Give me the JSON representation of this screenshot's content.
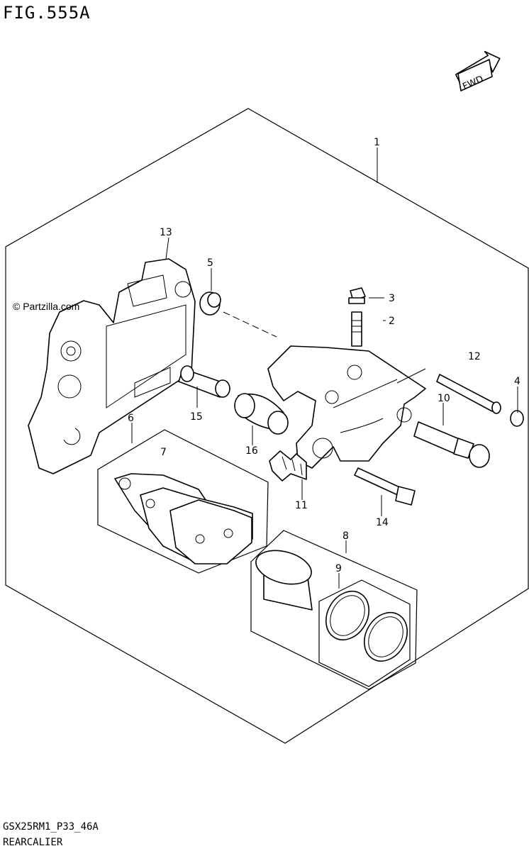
{
  "figure": {
    "title": "FIG.555A",
    "code": "GSX25RM1_P33_46A",
    "caption": "REARCALIER",
    "watermark": "© Partzilla.com",
    "fwd_label": "FWD"
  },
  "callouts": [
    {
      "id": "1",
      "label": "1"
    },
    {
      "id": "2",
      "label": "2"
    },
    {
      "id": "3",
      "label": "3"
    },
    {
      "id": "4",
      "label": "4"
    },
    {
      "id": "5",
      "label": "5"
    },
    {
      "id": "6",
      "label": "6"
    },
    {
      "id": "7",
      "label": "7"
    },
    {
      "id": "8",
      "label": "8"
    },
    {
      "id": "9",
      "label": "9"
    },
    {
      "id": "10",
      "label": "10"
    },
    {
      "id": "11",
      "label": "11"
    },
    {
      "id": "12",
      "label": "12"
    },
    {
      "id": "13",
      "label": "13"
    },
    {
      "id": "14",
      "label": "14"
    },
    {
      "id": "15",
      "label": "15"
    },
    {
      "id": "16",
      "label": "16"
    }
  ]
}
